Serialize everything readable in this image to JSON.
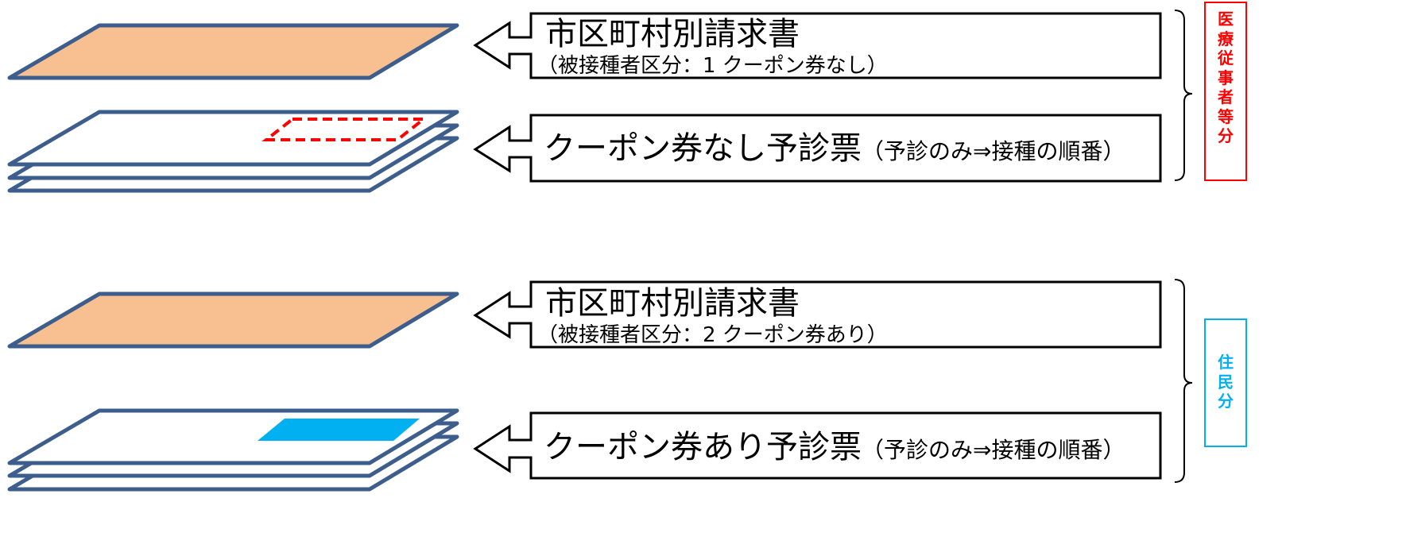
{
  "group_top": {
    "invoice": {
      "title": "市区町村別請求書",
      "subtitle": "（被接種者区分：1 クーポン券なし）"
    },
    "slip": {
      "main": "クーポン券なし予診票",
      "note": "（予診のみ⇒接種の順番）"
    },
    "category_label": [
      "医",
      "療",
      "従",
      "事",
      "者",
      "等",
      "分"
    ],
    "category_color": "#ff0000"
  },
  "group_bottom": {
    "invoice": {
      "title": "市区町村別請求書",
      "subtitle": "（被接種者区分：2 クーポン券あり）"
    },
    "slip": {
      "main": "クーポン券あり予診票",
      "note": "（予診のみ⇒接種の順番）"
    },
    "category_label": [
      "住",
      "民",
      "分"
    ],
    "category_color": "#00b0f0"
  },
  "colors": {
    "invoice_fill": "#f8bf90",
    "sheet_stroke": "#3d5e8d",
    "coupon_fill": "#00b0f0",
    "missing_coupon_outline": "#ff0000"
  }
}
